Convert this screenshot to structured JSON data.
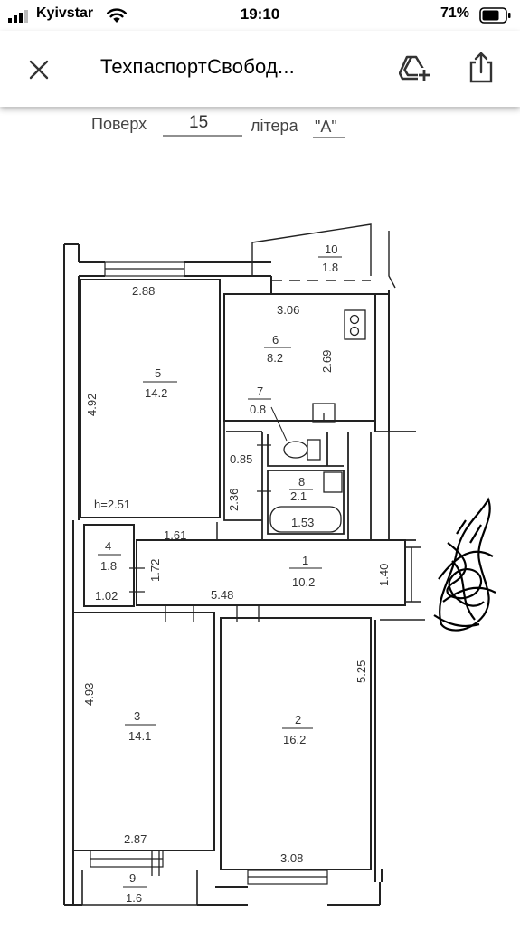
{
  "status_bar": {
    "carrier": "Kyivstar",
    "time": "19:10",
    "battery": "71%"
  },
  "app_bar": {
    "title": "ТехпаспортСвобод...",
    "close_icon": "close-icon",
    "drive_add_icon": "drive-add-icon",
    "share_icon": "share-icon"
  },
  "document": {
    "floor_label": "Поверх",
    "floor_value": "15",
    "letter_label": "літера",
    "letter_value": "\"А\"",
    "height_note": "h=2.51",
    "rooms": {
      "r1": {
        "num": "1",
        "area": "10.2"
      },
      "r2": {
        "num": "2",
        "area": "16.2"
      },
      "r3": {
        "num": "3",
        "area": "14.1"
      },
      "r4": {
        "num": "4",
        "area": "1.8"
      },
      "r5": {
        "num": "5",
        "area": "14.2"
      },
      "r6": {
        "num": "6",
        "area": "8.2"
      },
      "r7": {
        "num": "7",
        "area": "0.8"
      },
      "r8": {
        "num": "8",
        "area": "2.1"
      },
      "r9": {
        "num": "9",
        "area": "1.6"
      },
      "r10": {
        "num": "10",
        "area": "1.8"
      }
    },
    "dims": {
      "d_2_88": "2.88",
      "d_4_92": "4.92",
      "d_3_06": "3.06",
      "d_2_69": "2.69",
      "d_0_85": "0.85",
      "d_2_36": "2.36",
      "d_1_53": "1.53",
      "d_1_61": "1.61",
      "d_1_72": "1.72",
      "d_1_02": "1.02",
      "d_5_48": "5.48",
      "d_1_40": "1.40",
      "d_4_93": "4.93",
      "d_5_25": "5.25",
      "d_2_87": "2.87",
      "d_3_08": "3.08"
    }
  }
}
